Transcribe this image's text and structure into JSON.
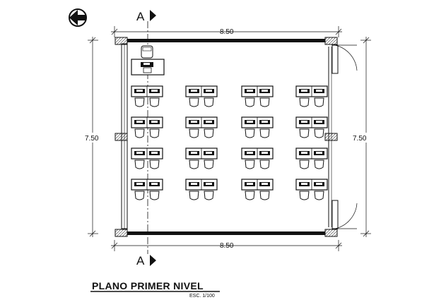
{
  "plan": {
    "title": "PLANO PRIMER NIVEL",
    "scale": "ESC. 1/100",
    "section_label_top": "A",
    "section_label_bottom": "A",
    "dim_top": "8.50",
    "dim_bottom": "8.50",
    "dim_left": "7.50",
    "dim_right": "7.50"
  },
  "classroom": {
    "desk_rows": 4,
    "desk_columns": 4,
    "seats_per_desk": 2,
    "teacher_desk": 1
  }
}
